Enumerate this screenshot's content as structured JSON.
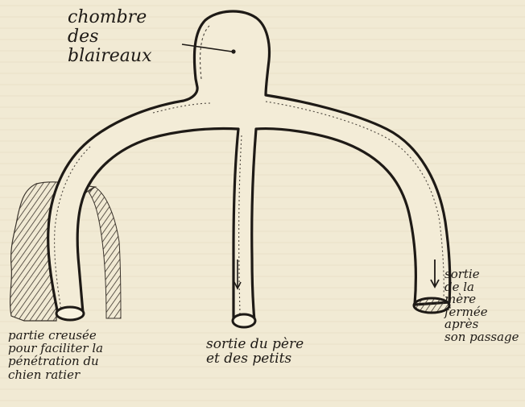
{
  "labels": {
    "chamber": "chombre\ndes\nblaireaux",
    "left_exit": "partie creusée\npour faciliter la\npénétration du\nchien ratier",
    "middle_exit": "sortie du père\net des petits",
    "right_exit": "sortie\nde la\nmère\nfermée\naprès\nson passage"
  },
  "colors": {
    "background": "#f1ead4",
    "ink": "#1e1a16",
    "tunnel_fill": "#f3ecd7",
    "hatch": "#3b342c"
  }
}
